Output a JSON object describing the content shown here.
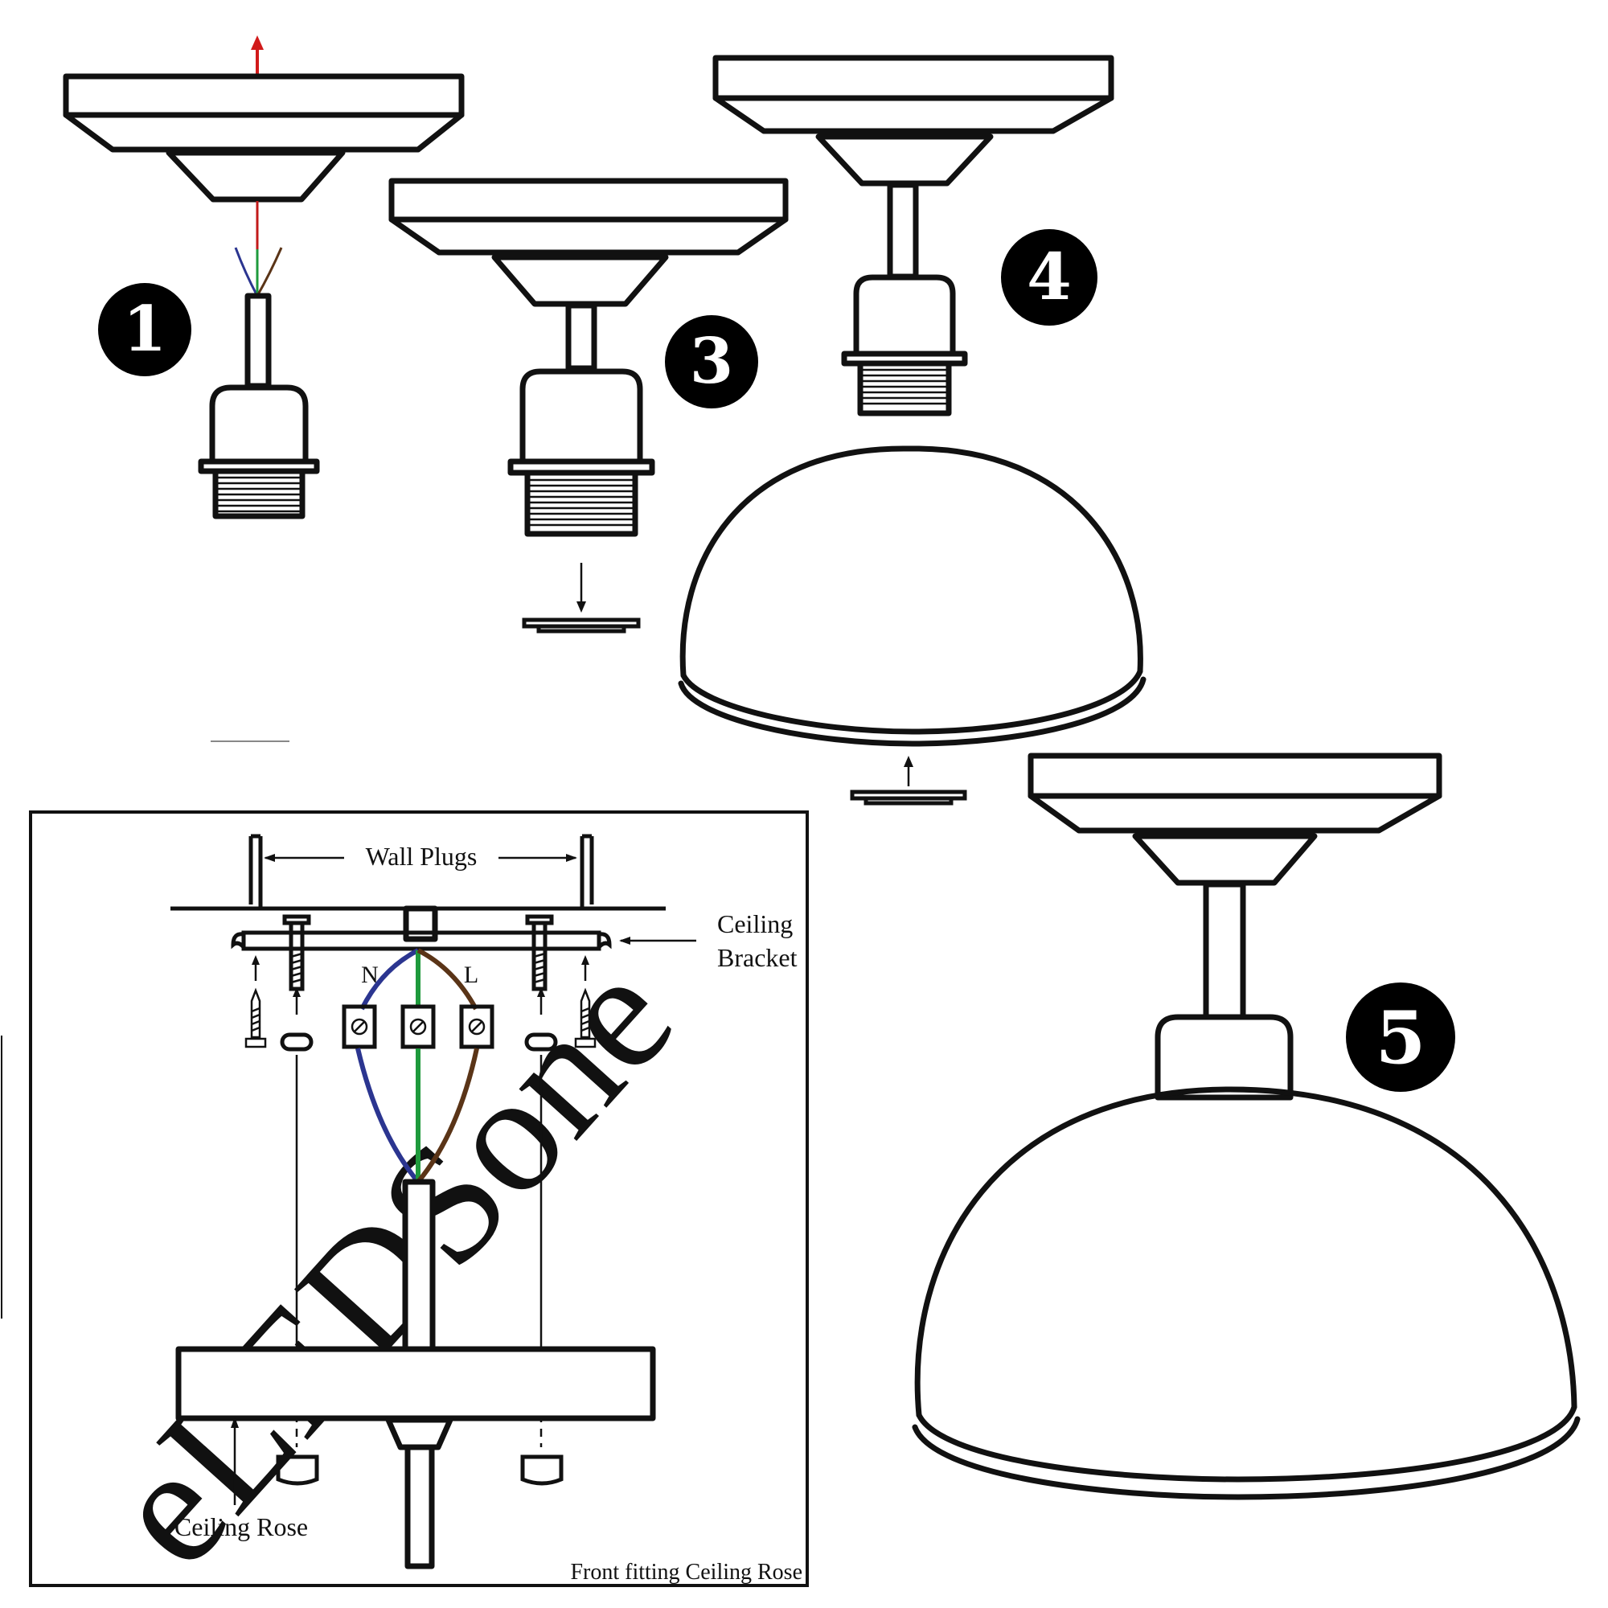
{
  "steps": [
    {
      "number": "1"
    },
    {
      "number": "3"
    },
    {
      "number": "4"
    },
    {
      "number": "5"
    }
  ],
  "wiring": {
    "wall_plugs_label": "Wall Plugs",
    "ceiling_bracket_label": [
      "Ceiling",
      "Bracket"
    ],
    "neutral_label": "N",
    "live_label": "L",
    "ceiling_rose_label": "Ceiling Rose",
    "caption": "Front fitting Ceiling Rose"
  },
  "watermark": "eLEDSone",
  "colors": {
    "neutral": "#2b3590",
    "earth": "#1e9a3c",
    "live": "#5a3417",
    "arrow": "#d11a1a",
    "badge": "#000000"
  }
}
